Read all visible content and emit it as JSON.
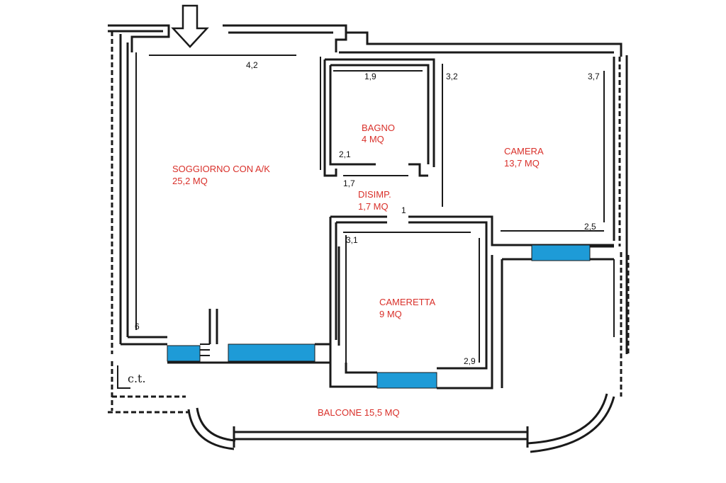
{
  "colors": {
    "room_label": "#d9302a",
    "window": "#1e9bd7",
    "wall": "#1a1a1a"
  },
  "icons": {
    "entrance": "entrance-arrow-icon"
  },
  "rooms": {
    "soggiorno": {
      "name": "SOGGIORNO CON A/K",
      "area": "25,2 MQ"
    },
    "bagno": {
      "name": "BAGNO",
      "area": "4 MQ"
    },
    "camera": {
      "name": "CAMERA",
      "area": "13,7 MQ"
    },
    "disimpegno": {
      "name": "DISIMP.",
      "area": "1,7 MQ"
    },
    "cameretta": {
      "name": "CAMERETTA",
      "area": "9 MQ"
    },
    "balcone": {
      "name": "BALCONE 15,5 MQ"
    }
  },
  "dimensions": {
    "soggiorno_width": "4,2",
    "soggiorno_depth": "6",
    "bagno_width": "1,9",
    "bagno_depth": "2,1",
    "disimpegno_width": "1,7",
    "disimpegno_depth": "1",
    "camera_left": "3,2",
    "camera_right": "3,7",
    "camera_bottom": "2,5",
    "cameretta_top": "3,1",
    "cameretta_bottom": "2,9"
  },
  "technical_mark": "c.t."
}
